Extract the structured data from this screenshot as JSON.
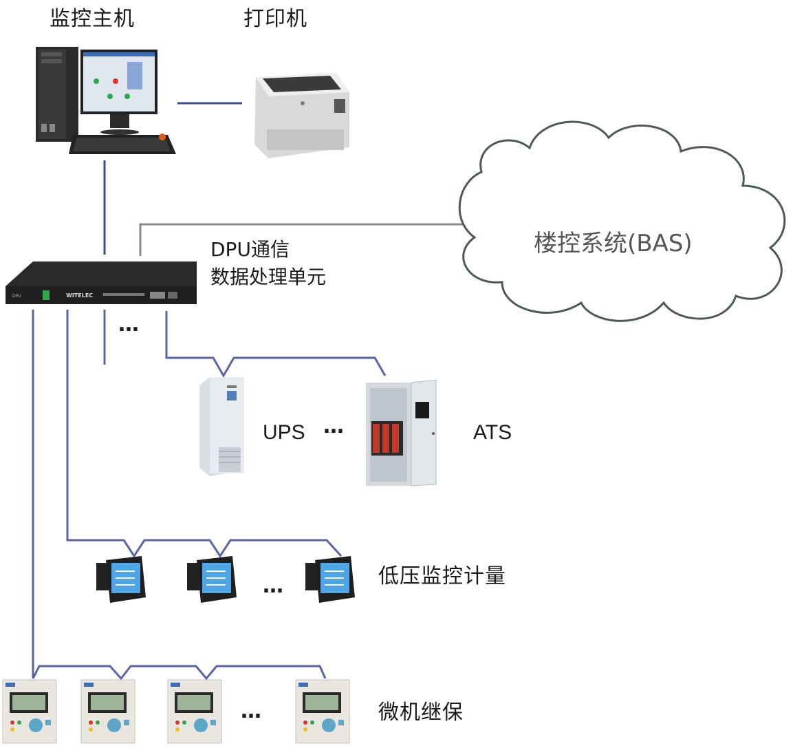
{
  "labels": {
    "host": "监控主机",
    "printer": "打印机",
    "dpu_line1": "DPU通信",
    "dpu_line2": "数据处理单元",
    "bas": "楼控系统(BAS)",
    "ups": "UPS",
    "ats": "ATS",
    "ellipsis": "…",
    "lv_meter": "低压监控计量",
    "relay": "微机继保"
  },
  "device_text": {
    "dpu_brand": "WITELEC",
    "dpu_model": "DPU"
  },
  "colors": {
    "line_blue": "#5b63a8",
    "line_gray": "#808c84",
    "cloud_stroke": "#4d5a52",
    "device_dark": "#1f1f1f",
    "cabinet_light": "#e8ecf0",
    "screen_blue": "#4fa6e6",
    "relay_panel": "#e8e6de"
  },
  "icons": [
    "computer-tower-icon",
    "monitor-icon",
    "keyboard-icon",
    "printer-icon",
    "dpu-rack-icon",
    "cloud-icon",
    "ups-cabinet-icon",
    "ats-cabinet-icon",
    "power-meter-icon",
    "relay-protection-icon"
  ]
}
